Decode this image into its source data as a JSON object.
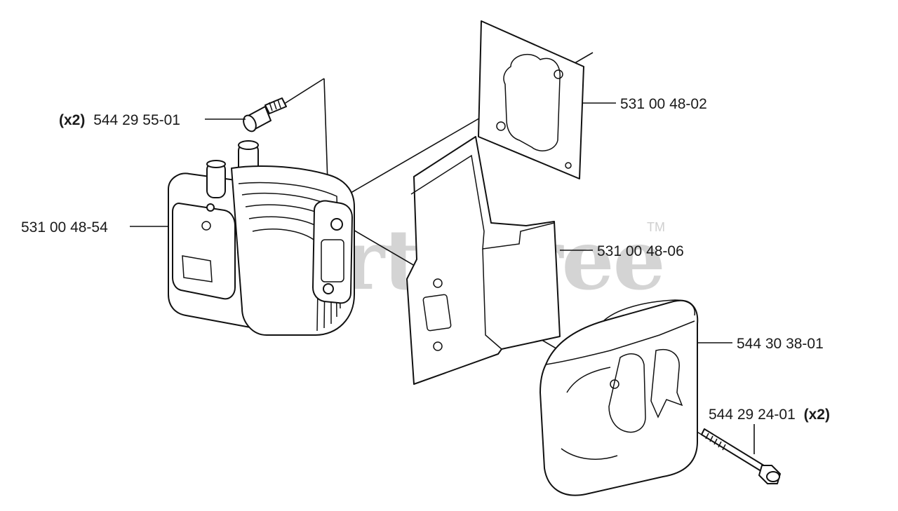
{
  "watermark": {
    "brand": "PartsTree",
    "trademark": "TM"
  },
  "callouts": [
    {
      "id": "bolt-left",
      "qty": "(x2)",
      "part_number": "544 29 55-01"
    },
    {
      "id": "cylinder",
      "qty": "",
      "part_number": "531 00 48-54"
    },
    {
      "id": "gasket-top",
      "qty": "",
      "part_number": "531 00 48-02"
    },
    {
      "id": "heat-shield",
      "qty": "",
      "part_number": "531 00 48-06"
    },
    {
      "id": "muffler",
      "qty": "",
      "part_number": "544 30 38-01"
    },
    {
      "id": "bolt-right",
      "qty": "(x2)",
      "part_number": "544 29 24-01"
    }
  ]
}
